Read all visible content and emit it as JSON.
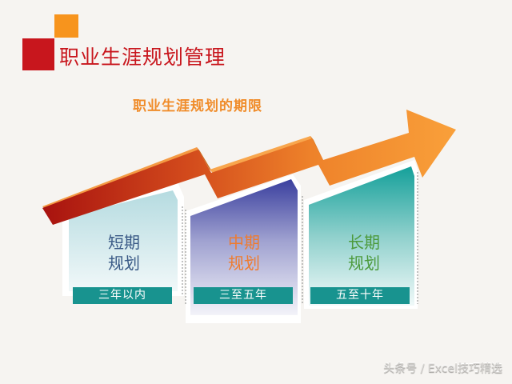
{
  "header": {
    "title": "职业生涯规划管理",
    "subtitle": "职业生涯规划的期限"
  },
  "stages": [
    {
      "name_line1": "短期",
      "name_line2": "规划",
      "duration": "三年以内",
      "text_color": "#3a5a86",
      "box_color_top": "#b5dbe0",
      "box_color_bottom": "#f1f8f9"
    },
    {
      "name_line1": "中期",
      "name_line2": "规划",
      "duration": "三至五年",
      "text_color": "#ee7b30",
      "box_color_top": "#3a3f9e",
      "box_color_bottom": "#f1f1f8"
    },
    {
      "name_line1": "长期",
      "name_line2": "规划",
      "duration": "五至十年",
      "text_color": "#4c9a3c",
      "box_color_top": "#14a09a",
      "box_color_bottom": "#eef8f8"
    }
  ],
  "arrow": {
    "color_start": "#a8120f",
    "color_mid": "#e26820",
    "color_end": "#f9a03a",
    "direction": "up-right"
  },
  "colors": {
    "accent_red": "#c8161d",
    "accent_orange": "#f7941d",
    "label_bar": "#18938f",
    "background": "#f6f4f1"
  },
  "footer": {
    "watermark": "头条号 / Excel技巧精选"
  }
}
